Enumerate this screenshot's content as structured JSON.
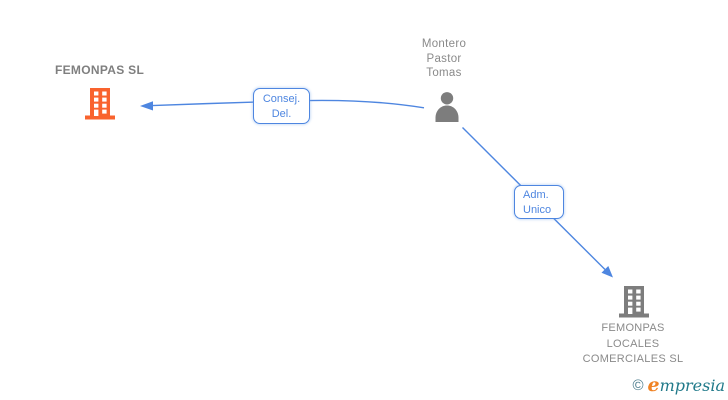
{
  "diagram": {
    "company1": {
      "name": "FEMONPAS SL"
    },
    "person": {
      "name_lines": [
        "Montero",
        "Pastor",
        "Tomas"
      ]
    },
    "company2": {
      "name_lines": [
        "FEMONPAS",
        "LOCALES",
        "COMERCIALES SL"
      ]
    },
    "relations": [
      {
        "label_lines": [
          "Consej.",
          "Del."
        ]
      },
      {
        "label_lines": [
          "Adm.",
          "Unico"
        ]
      }
    ],
    "colors": {
      "edge_blue": "#4e86e0",
      "company1_icon_orange": "#f9632e",
      "gray_icon": "#7d7d7d",
      "gray_text": "#8a8a8a"
    }
  },
  "watermark": {
    "copyright": "©",
    "brand_first_letter": "e",
    "brand_rest": "mpresia",
    "teal": "#217a8a",
    "orange": "#f08223"
  }
}
